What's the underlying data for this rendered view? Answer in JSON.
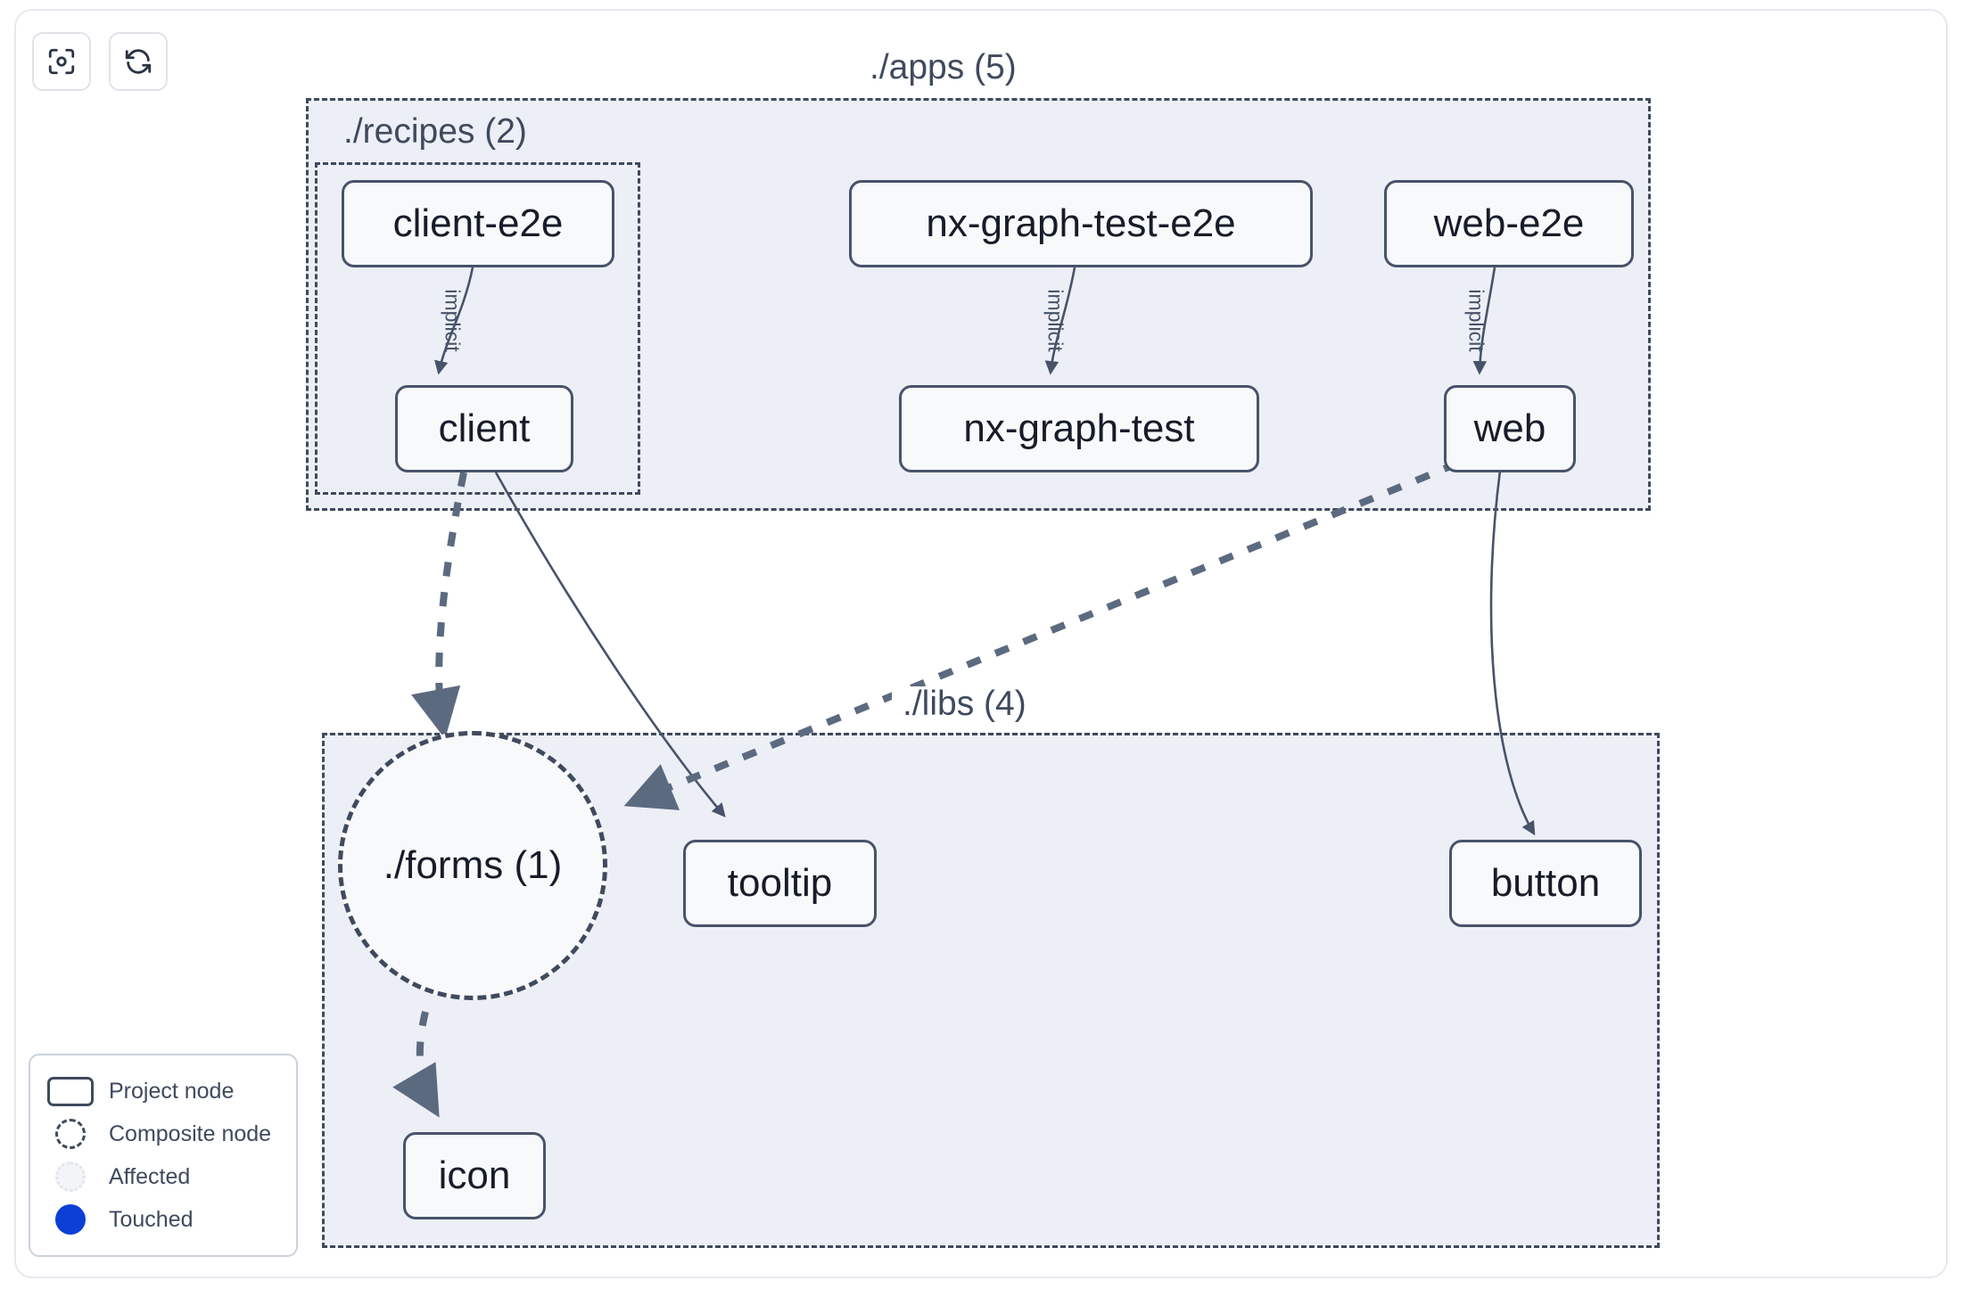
{
  "toolbar": {
    "buttons": [
      {
        "name": "focus-graph-button",
        "icon": "focus-icon",
        "title": "Focus graph"
      },
      {
        "name": "refresh-graph-button",
        "icon": "refresh-icon",
        "title": "Refresh graph"
      }
    ]
  },
  "graph": {
    "groups": [
      {
        "id": "apps",
        "label": "./apps (5)",
        "count": 5
      },
      {
        "id": "recipes",
        "label": "./recipes (2)",
        "count": 2
      },
      {
        "id": "libs",
        "label": "./libs (4)",
        "count": 4
      }
    ],
    "nodes": [
      {
        "id": "client-e2e",
        "label": "client-e2e",
        "type": "project",
        "group": "recipes"
      },
      {
        "id": "nx-graph-test-e2e",
        "label": "nx-graph-test-e2e",
        "type": "project",
        "group": "apps"
      },
      {
        "id": "web-e2e",
        "label": "web-e2e",
        "type": "project",
        "group": "apps"
      },
      {
        "id": "client",
        "label": "client",
        "type": "project",
        "group": "recipes"
      },
      {
        "id": "nx-graph-test",
        "label": "nx-graph-test",
        "type": "project",
        "group": "apps"
      },
      {
        "id": "web",
        "label": "web",
        "type": "project",
        "group": "apps"
      },
      {
        "id": "forms",
        "label": "./forms (1)",
        "type": "composite",
        "group": "libs"
      },
      {
        "id": "tooltip",
        "label": "tooltip",
        "type": "project",
        "group": "libs"
      },
      {
        "id": "button",
        "label": "button",
        "type": "project",
        "group": "libs"
      },
      {
        "id": "icon",
        "label": "icon",
        "type": "project",
        "group": "libs"
      }
    ],
    "edges": [
      {
        "source": "client-e2e",
        "target": "client",
        "label": "implicit",
        "style": "solid-thin"
      },
      {
        "source": "nx-graph-test-e2e",
        "target": "nx-graph-test",
        "label": "implicit",
        "style": "solid-thin"
      },
      {
        "source": "web-e2e",
        "target": "web",
        "label": "implicit",
        "style": "solid-thin"
      },
      {
        "source": "client",
        "target": "forms",
        "label": "",
        "style": "dashed-thick"
      },
      {
        "source": "client",
        "target": "tooltip",
        "label": "",
        "style": "solid-thin"
      },
      {
        "source": "web",
        "target": "forms",
        "label": "",
        "style": "dashed-thick"
      },
      {
        "source": "web",
        "target": "button",
        "label": "",
        "style": "solid-thin"
      },
      {
        "source": "forms",
        "target": "icon",
        "label": "",
        "style": "dashed-thick"
      }
    ]
  },
  "legend": {
    "items": [
      {
        "swatch": "project",
        "label": "Project node"
      },
      {
        "swatch": "composite",
        "label": "Composite node"
      },
      {
        "swatch": "affected",
        "label": "Affected"
      },
      {
        "swatch": "touched",
        "label": "Touched"
      }
    ]
  },
  "colors": {
    "group_fill": "#eceff5",
    "group_border": "#3f4a5e",
    "node_fill": "#f8f9fb",
    "node_border": "#47536a",
    "node_text": "#161c29",
    "edge": "#5c６a80",
    "touched": "#0b3fd6",
    "canvas": "#ffffff"
  }
}
